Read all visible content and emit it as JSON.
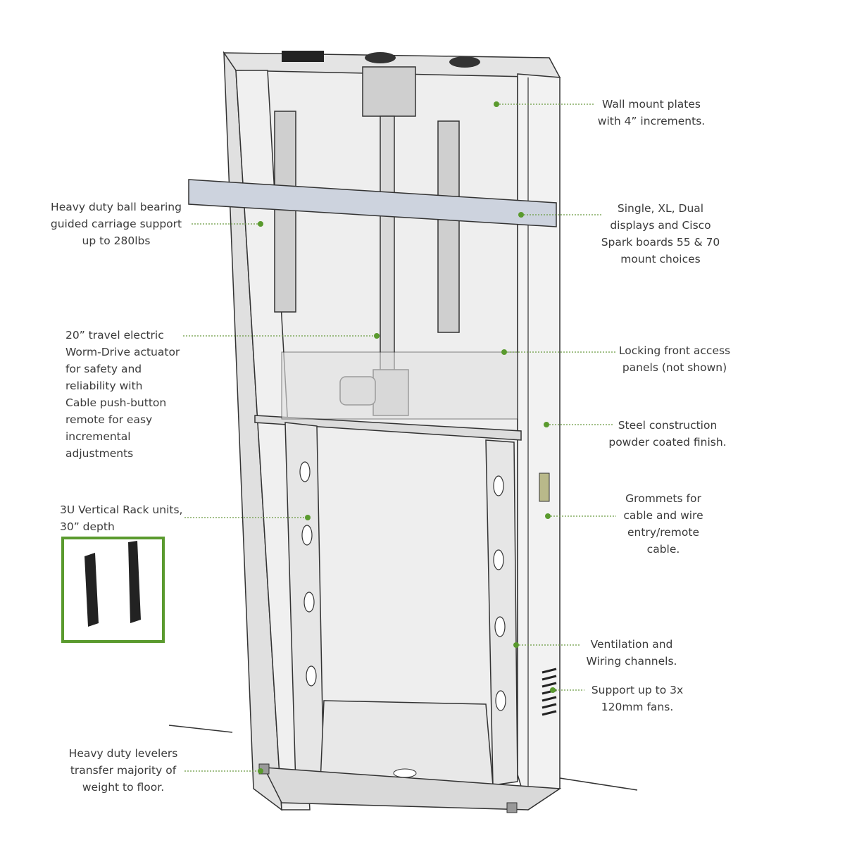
{
  "colors": {
    "accent": "#5a9a2e",
    "frame": "#d8d8d8",
    "outline": "#2b2b2b",
    "text": "#3a3a3a"
  },
  "callouts": {
    "wall_mount": "Wall mount plates\nwith  4” increments.",
    "ball_bearing": "Heavy duty ball bearing\nguided carriage support\nup to 280lbs",
    "displays": "Single, XL, Dual\ndisplays and Cisco\nSpark boards 55 & 70\nmount choices",
    "actuator": "20” travel electric\nWorm-Drive actuator\nfor safety and\nreliability with\nCable push-button\nremote for easy\nincremental\nadjustments",
    "access_panels": "Locking front access\npanels (not shown)",
    "steel": "Steel construction\npowder coated finish.",
    "grommets": "Grommets for\ncable and wire\nentry/remote\ncable.",
    "rack_units": "3U Vertical Rack units,\n30” depth",
    "ventilation": "Ventilation and\nWiring channels.",
    "fans": "Support up to 3x\n120mm fans.",
    "levelers": "Heavy duty levelers\ntransfer majority of\nweight to floor."
  }
}
